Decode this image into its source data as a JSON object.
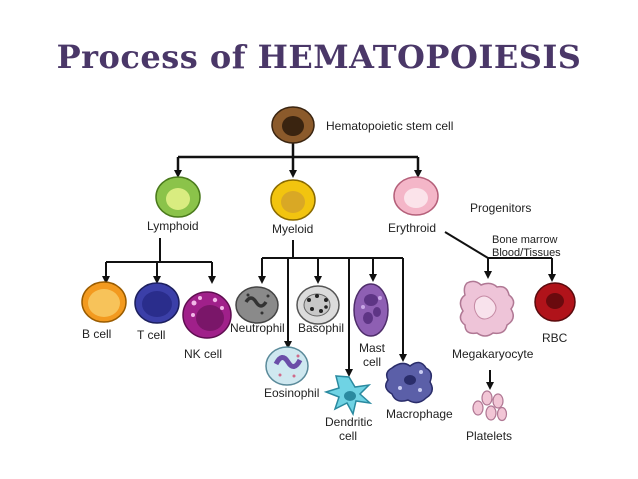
{
  "title": "Process of HEMATOPOIESIS",
  "labels": {
    "stem_cell": "Hematopoietic stem cell",
    "progenitors": "Progenitors",
    "bone_marrow": "Bone marrow",
    "blood_tissues": "Blood/Tissues",
    "lymphoid": "Lymphoid",
    "myeloid": "Myeloid",
    "erythroid": "Erythroid",
    "b_cell": "B cell",
    "t_cell": "T cell",
    "nk_cell": "NK cell",
    "neutrophil": "Neutrophil",
    "basophil": "Basophil",
    "mast_1": "Mast",
    "mast_2": "cell",
    "eosinophil": "Eosinophil",
    "dendritic_1": "Dendritic",
    "dendritic_2": "cell",
    "macrophage": "Macrophage",
    "megakaryocyte": "Megakaryocyte",
    "rbc": "RBC",
    "platelets": "Platelets"
  },
  "colors": {
    "title": "#4a3768",
    "stem": "#8b5a2b",
    "lymphoid": "#8bc34a",
    "myeloid": "#f2c40f",
    "erythroid": "#f4b6c8",
    "b_cell": "#f39a1f",
    "t_cell": "#3b3fa8",
    "nk_cell": "#a0208a",
    "rbc": "#b0131a",
    "megakaryocyte": "#eec4d8"
  }
}
